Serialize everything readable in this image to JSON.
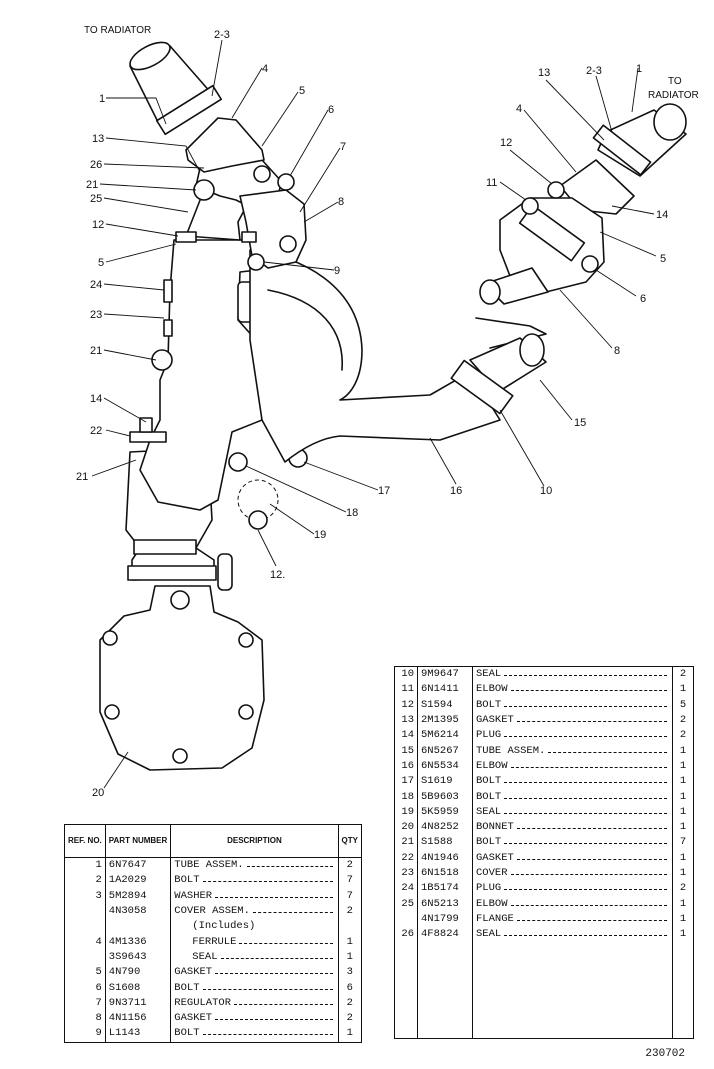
{
  "diagram": {
    "captions": {
      "radiator_left": "TO RADIATOR",
      "radiator_right_1": "TO",
      "radiator_right_2": "RADIATOR"
    },
    "callouts": {
      "l1": "1",
      "l2": "2-3",
      "l4": "4",
      "l5": "5",
      "l6": "6",
      "l7": "7",
      "l8": "8",
      "l13": "13",
      "l26": "26",
      "l21a": "21",
      "l25": "25",
      "l12a": "12",
      "l5b": "5",
      "l9": "9",
      "l24": "24",
      "l23": "23",
      "l21b": "21",
      "l14": "14",
      "l22": "22",
      "l21c": "21",
      "l17": "17",
      "l18": "18",
      "l19": "19",
      "l12b": "12.",
      "l20": "20",
      "r13": "13",
      "r2": "2-3",
      "r1": "1",
      "r4": "4",
      "r12": "12",
      "r11": "11",
      "r14": "14",
      "r5": "5",
      "r6": "6",
      "r8": "8",
      "r15": "15",
      "r16": "16",
      "r10": "10"
    }
  },
  "parts_table": {
    "headers": {
      "ref": "REF. NO.",
      "part": "PART NUMBER",
      "desc": "DESCRIPTION",
      "qty": "QTY"
    },
    "left_rows": [
      {
        "ref": "1",
        "part": "6N7647",
        "desc": "TUBE ASSEM.",
        "qty": "2"
      },
      {
        "ref": "2",
        "part": "1A2029",
        "desc": "BOLT",
        "qty": "7"
      },
      {
        "ref": "3",
        "part": "5M2894",
        "desc": "WASHER",
        "qty": "7"
      },
      {
        "ref": "",
        "part": "4N3058",
        "desc": "COVER ASSEM.",
        "qty": "2"
      },
      {
        "ref": "",
        "part": "",
        "desc": "(Includes)",
        "qty": ""
      },
      {
        "ref": "4",
        "part": "4M1336",
        "desc": "FERRULE",
        "qty": "1"
      },
      {
        "ref": "",
        "part": "3S9643",
        "desc": "SEAL",
        "qty": "1"
      },
      {
        "ref": "5",
        "part": "4N790",
        "desc": "GASKET",
        "qty": "3"
      },
      {
        "ref": "6",
        "part": "S1608",
        "desc": "BOLT",
        "qty": "6"
      },
      {
        "ref": "7",
        "part": "9N3711",
        "desc": "REGULATOR",
        "qty": "2"
      },
      {
        "ref": "8",
        "part": "4N1156",
        "desc": "GASKET",
        "qty": "2"
      },
      {
        "ref": "9",
        "part": "L1143",
        "desc": "BOLT",
        "qty": "1"
      }
    ],
    "right_rows": [
      {
        "ref": "10",
        "part": "9M9647",
        "desc": "SEAL",
        "qty": "2"
      },
      {
        "ref": "11",
        "part": "6N1411",
        "desc": "ELBOW",
        "qty": "1"
      },
      {
        "ref": "12",
        "part": "S1594",
        "desc": "BOLT",
        "qty": "5"
      },
      {
        "ref": "13",
        "part": "2M1395",
        "desc": "GASKET",
        "qty": "2"
      },
      {
        "ref": "14",
        "part": "5M6214",
        "desc": "PLUG",
        "qty": "2"
      },
      {
        "ref": "15",
        "part": "6N5267",
        "desc": "TUBE ASSEM.",
        "qty": "1"
      },
      {
        "ref": "16",
        "part": "6N5534",
        "desc": "ELBOW",
        "qty": "1"
      },
      {
        "ref": "17",
        "part": "S1619",
        "desc": "BOLT",
        "qty": "1"
      },
      {
        "ref": "18",
        "part": "5B9603",
        "desc": "BOLT",
        "qty": "1"
      },
      {
        "ref": "19",
        "part": "5K5959",
        "desc": "SEAL",
        "qty": "1"
      },
      {
        "ref": "20",
        "part": "4N8252",
        "desc": "BONNET",
        "qty": "1"
      },
      {
        "ref": "21",
        "part": "S1588",
        "desc": "BOLT",
        "qty": "7"
      },
      {
        "ref": "22",
        "part": "4N1946",
        "desc": "GASKET",
        "qty": "1"
      },
      {
        "ref": "23",
        "part": "6N1518",
        "desc": "COVER",
        "qty": "1"
      },
      {
        "ref": "24",
        "part": "1B5174",
        "desc": "PLUG",
        "qty": "2"
      },
      {
        "ref": "25",
        "part": "6N5213",
        "desc": "ELBOW",
        "qty": "1"
      },
      {
        "ref": "",
        "part": "4N1799",
        "desc": "FLANGE",
        "qty": "1"
      },
      {
        "ref": "26",
        "part": "4F8824",
        "desc": "SEAL",
        "qty": "1"
      }
    ]
  },
  "drawing_number": "230702"
}
